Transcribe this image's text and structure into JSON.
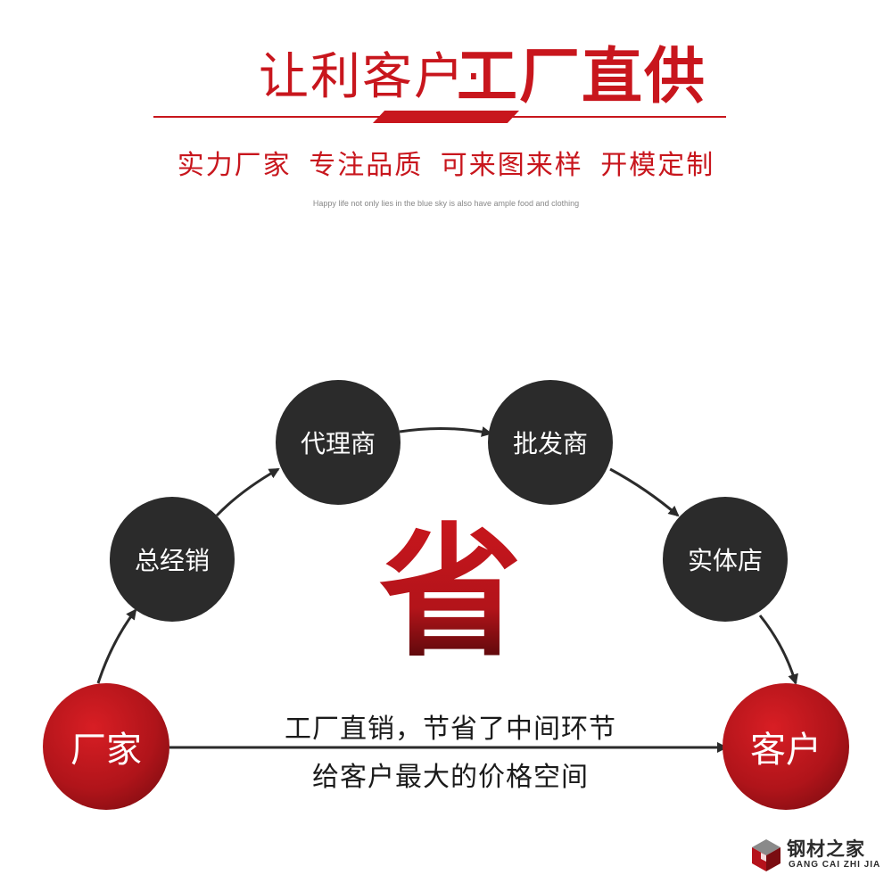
{
  "header": {
    "title_light": "让利客户·",
    "title_bold": "工厂直供",
    "subtitle": "实力厂家 专注品质 可来图来样 开模定制",
    "tagline": "Happy life not only lies in the blue sky is also have ample food and clothing"
  },
  "diagram": {
    "nodes": {
      "factory": "厂家",
      "general_distributor": "总经销",
      "agent": "代理商",
      "wholesaler": "批发商",
      "retail_store": "实体店",
      "customer": "客户"
    },
    "center_char": "省",
    "line1": "工厂直销，节省了中间环节",
    "line2": "给客户最大的价格空间"
  },
  "logo": {
    "name_cn": "钢材之家",
    "name_en": "GANG CAI ZHI JIA"
  },
  "colors": {
    "accent_red": "#c8161d",
    "node_dark": "#2b2b2b"
  }
}
